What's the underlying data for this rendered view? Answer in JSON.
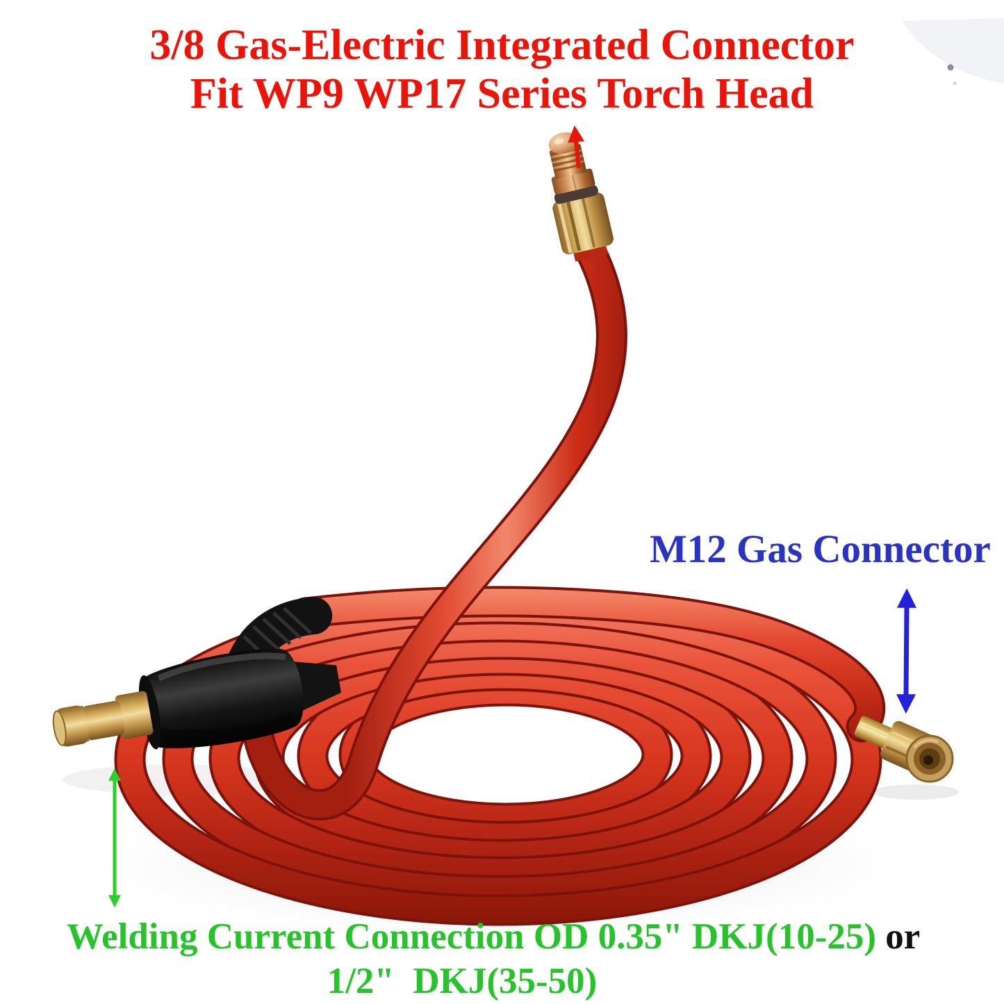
{
  "page": {
    "background": "#ffffff",
    "kind": "annotated product photo of a TIG welding torch cable"
  },
  "colors": {
    "title_red": "#ec1309",
    "label_blue": "#2a33c2",
    "label_green": "#27c32b",
    "label_black": "#111111",
    "arrow_red": "#e8150f",
    "arrow_blue": "#2222dd",
    "arrow_green": "#2bd12b",
    "hose_red": "#d8361f",
    "brass_gold": "#c2954a",
    "connector_black": "#161616"
  },
  "annotations": {
    "title_line1": "3/8 Gas-Electric Integrated Connector",
    "title_line2": "Fit WP9 WP17 Series Torch Head",
    "gas_label": "M12 Gas Connector",
    "current_label_green": "Welding Current Connection OD 0.35\" DKJ(10-25)",
    "current_label_or": " or",
    "current_label_line2": "1/2\"  DKJ(35-50)"
  }
}
